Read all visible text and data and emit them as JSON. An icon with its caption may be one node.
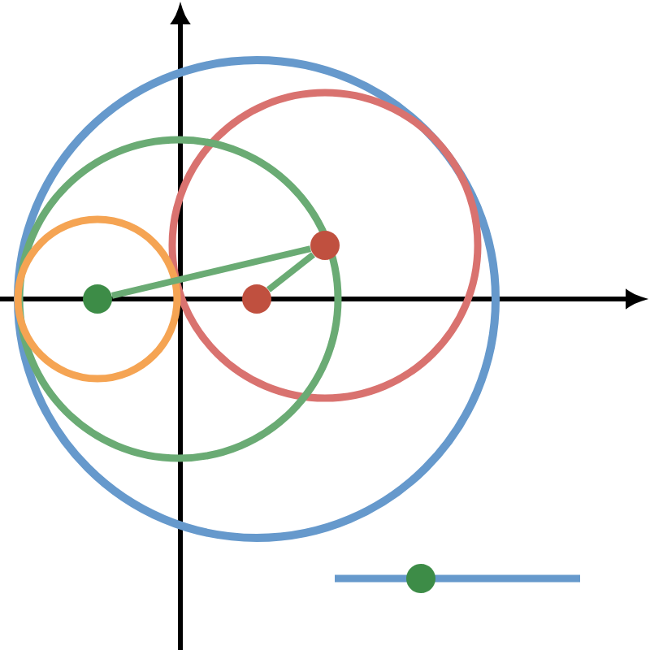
{
  "diagram": {
    "nodes": [
      {
        "text": [],
        "shape": "circle"
      },
      {
        "text": [],
        "shape": "circle"
      },
      {
        "text": [],
        "shape": "circle"
      },
      {
        "text": [],
        "shape": "circle"
      }
    ],
    "edges": [
      {
        "from": 0,
        "to": 1,
        "arrow": "none"
      },
      {
        "from": 1,
        "to": 2,
        "arrow": "none"
      }
    ]
  }
}
